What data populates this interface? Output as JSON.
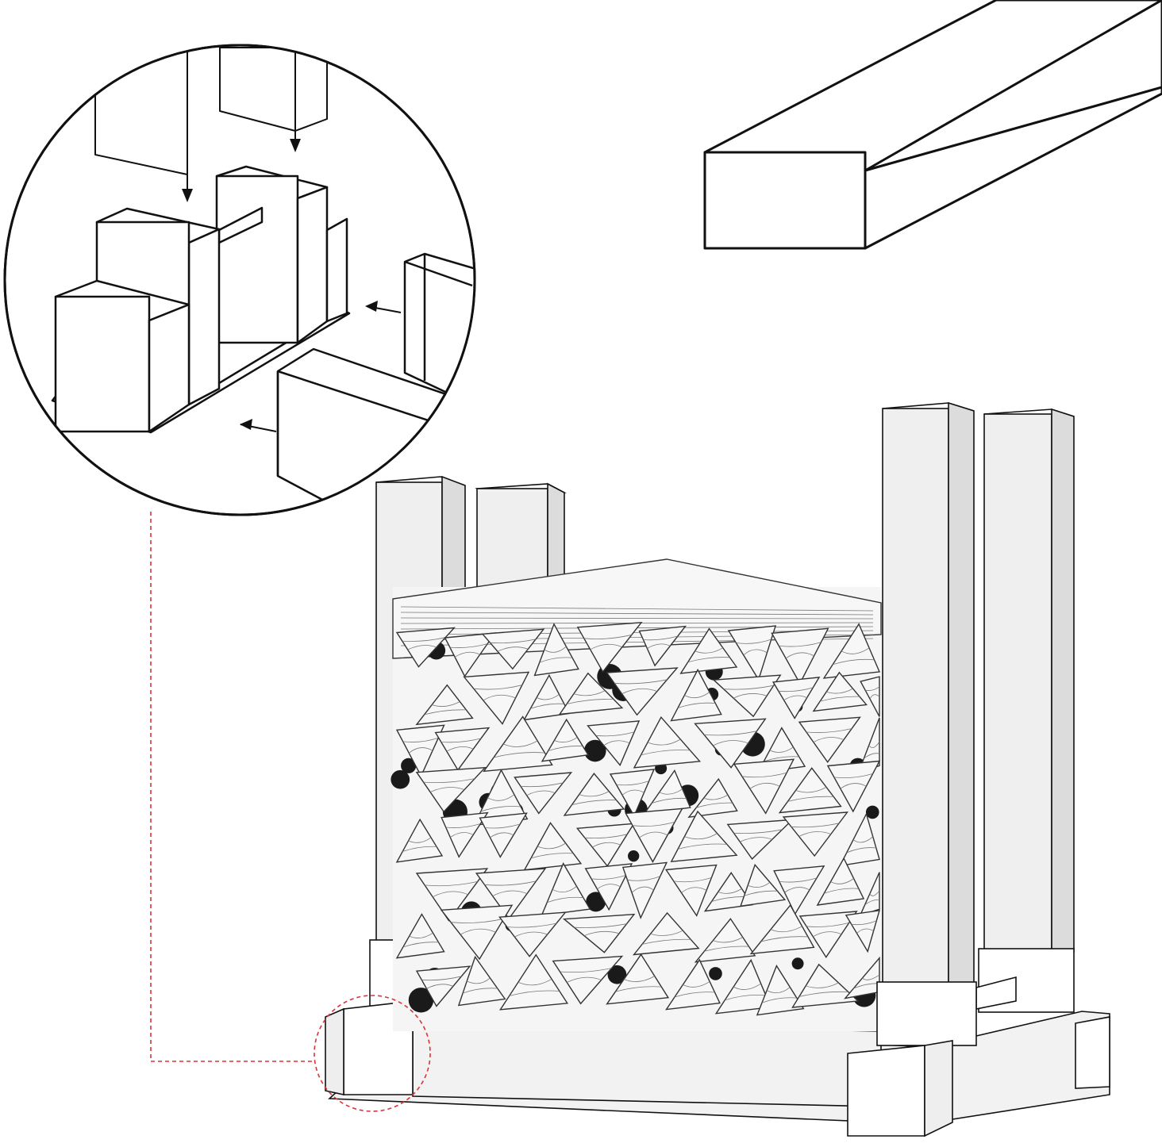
{
  "figure": {
    "subject": "firewood-rack-bracket-assembly",
    "callout": {
      "color": "#d9343a",
      "style": "dashed"
    },
    "ink_color": "#111111",
    "post_color": "#efefef",
    "log_color": "#f7f7f7",
    "parts": [
      {
        "id": "lumber-board",
        "label": ""
      },
      {
        "id": "bracket-detail",
        "label": ""
      },
      {
        "id": "assembled-rack",
        "label": ""
      },
      {
        "id": "firewood-stack",
        "label": ""
      }
    ]
  }
}
